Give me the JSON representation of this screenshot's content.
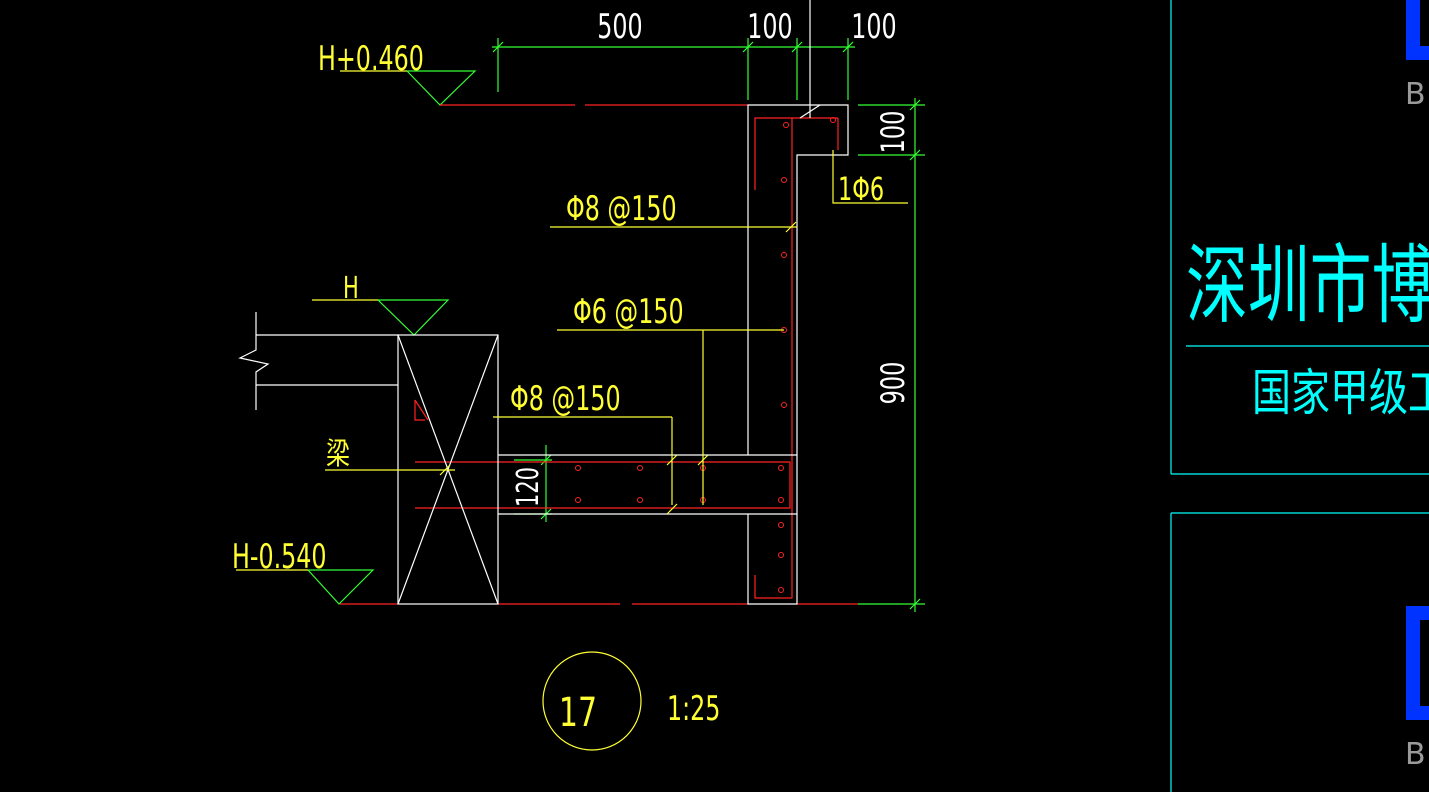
{
  "drawing": {
    "dimensions": {
      "top_a": "500",
      "top_b": "100",
      "top_c": "100",
      "right_top": "100",
      "right_main": "900",
      "slab_thickness": "120"
    },
    "levels": {
      "top": "H+0.460",
      "mid": "H",
      "bottom": "H-0.540"
    },
    "rebar": {
      "label1": "Φ8 @150",
      "label2": "Φ6 @150",
      "label3": "Φ8 @150",
      "label4": "1Φ6"
    },
    "beam_label": "梁",
    "detail_number": "17",
    "scale": "1:25"
  },
  "title_block": {
    "company": "深圳市博万",
    "subtitle": "国家甲级工",
    "logo_letter_top": "B",
    "logo_letter_bottom": "B"
  },
  "colors": {
    "background": "#000000",
    "yellow": "#ffff33",
    "green": "#33ff33",
    "red": "#ff2222",
    "cyan": "#00ffff",
    "white": "#ffffff",
    "blue": "#0033ff"
  }
}
